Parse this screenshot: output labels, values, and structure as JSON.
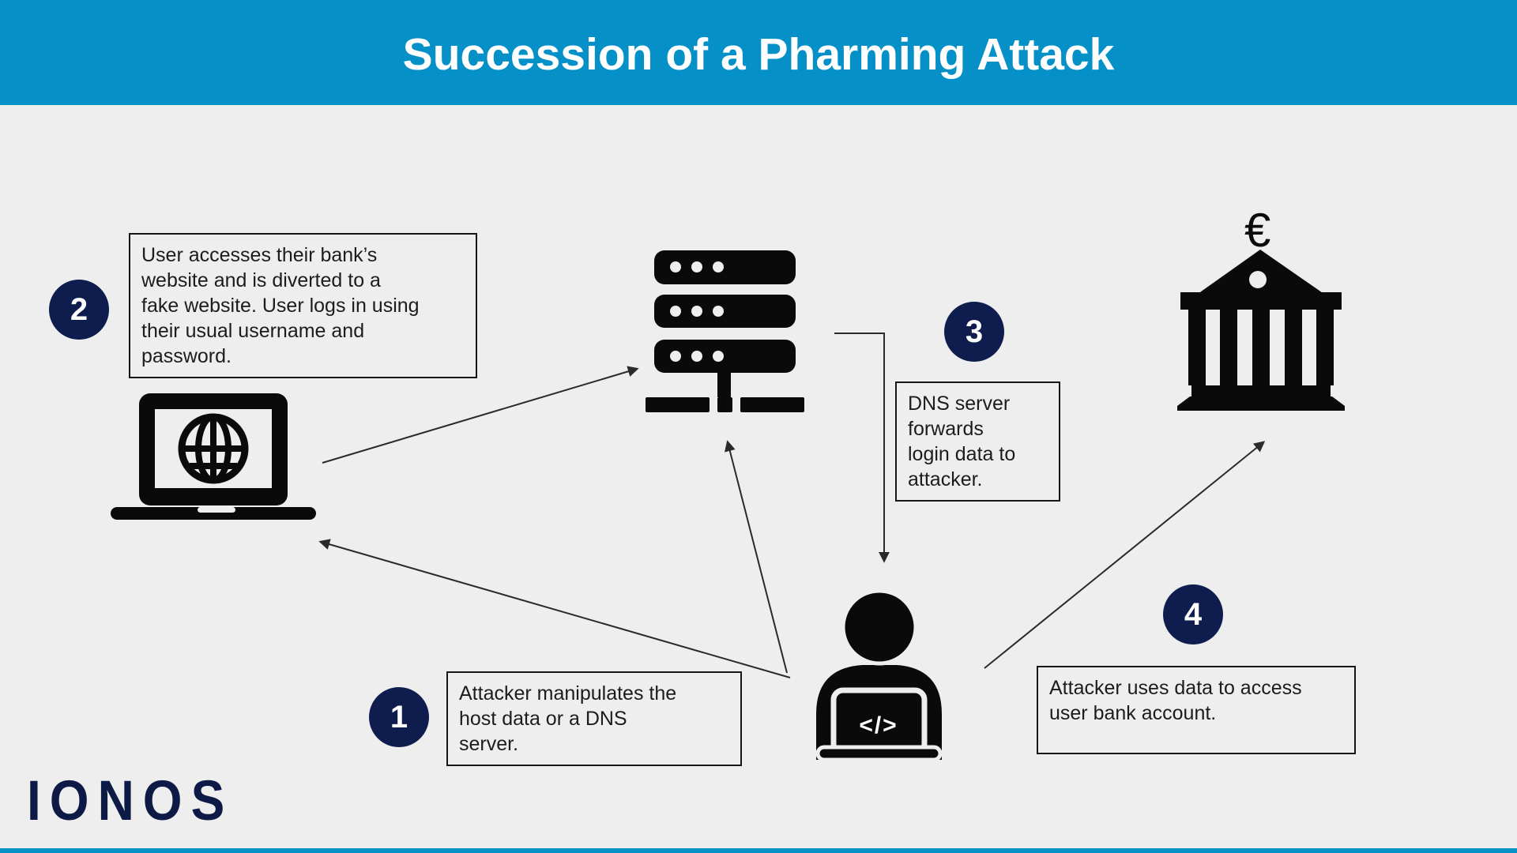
{
  "title": "Succession of a Pharming Attack",
  "brand": {
    "logo_text": "IONOS"
  },
  "colors": {
    "header_blue": "#0590c8",
    "navy_circle": "#0f1d4e",
    "background_gray": "#eeeeee",
    "icon_black": "#0a0a0a"
  },
  "steps": [
    {
      "number": "1",
      "lines": [
        "Attacker manipulates the",
        "host data or a DNS",
        "server."
      ]
    },
    {
      "number": "2",
      "lines": [
        "User accesses their bank’s",
        "website and is diverted to a",
        "fake website. User logs in using",
        "their usual username and",
        "password."
      ]
    },
    {
      "number": "3",
      "lines": [
        "DNS server",
        "forwards",
        "login data to",
        "attacker."
      ]
    },
    {
      "number": "4",
      "lines": [
        "Attacker uses data to access",
        "user bank account."
      ]
    }
  ],
  "icons": {
    "laptop": "laptop-globe-icon",
    "dns_server": "server-icon",
    "bank": "bank-building-icon",
    "attacker": "hacker-at-laptop-icon"
  },
  "bank": {
    "euro_symbol": "€"
  },
  "attacker": {
    "code_glyph": "</>"
  }
}
